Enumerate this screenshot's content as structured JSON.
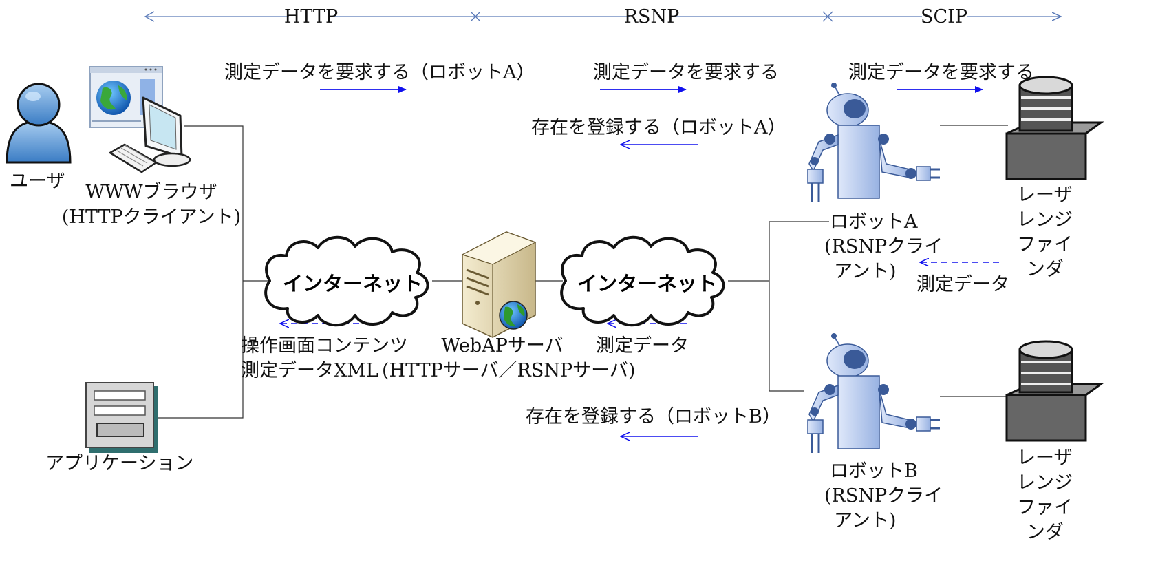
{
  "protocols": {
    "http": "HTTP",
    "rsnp": "RSNP",
    "scip": "SCIP"
  },
  "nodes": {
    "user": "ユーザ",
    "browser": [
      "WWWブラウザ",
      "(HTTPクライアント)"
    ],
    "application": "アプリケーション",
    "internet_left": "インターネット",
    "internet_right": "インターネット",
    "server": [
      "WebAPサーバ",
      "(HTTPサーバ／RSNPサーバ)"
    ],
    "robot_a": [
      "ロボットA",
      "(RSNPクライ",
      "アント)"
    ],
    "robot_b": [
      "ロボットB",
      "(RSNPクライ",
      "アント)"
    ],
    "lrf_a": [
      "レーザ",
      "レンジ",
      "ファイ",
      "ンダ"
    ],
    "lrf_b": [
      "レーザ",
      "レンジ",
      "ファイ",
      "ンダ"
    ]
  },
  "messages": {
    "req_http": "測定データを要求する（ロボットA）",
    "req_rsnp": "測定データを要求する",
    "req_scip": "測定データを要求する",
    "register_a": "存在を登録する（ロボットA）",
    "register_b": "存在を登録する（ロボットB）",
    "resp_http": [
      "操作画面コンテンツ",
      "測定データXML"
    ],
    "resp_rsnp": "測定データ",
    "resp_scip": "測定データ"
  },
  "icons": {
    "user": "user-person-icon",
    "browser": "web-browser-computer-icon",
    "application": "application-window-icon",
    "server": "web-server-globe-icon",
    "robot": "robot-icon",
    "sensor": "laser-range-finder-icon",
    "cloud": "internet-cloud-icon"
  },
  "colors": {
    "arrow_request": "#1010ee",
    "protocol_line": "#5a7ab8",
    "line": "#333333"
  }
}
